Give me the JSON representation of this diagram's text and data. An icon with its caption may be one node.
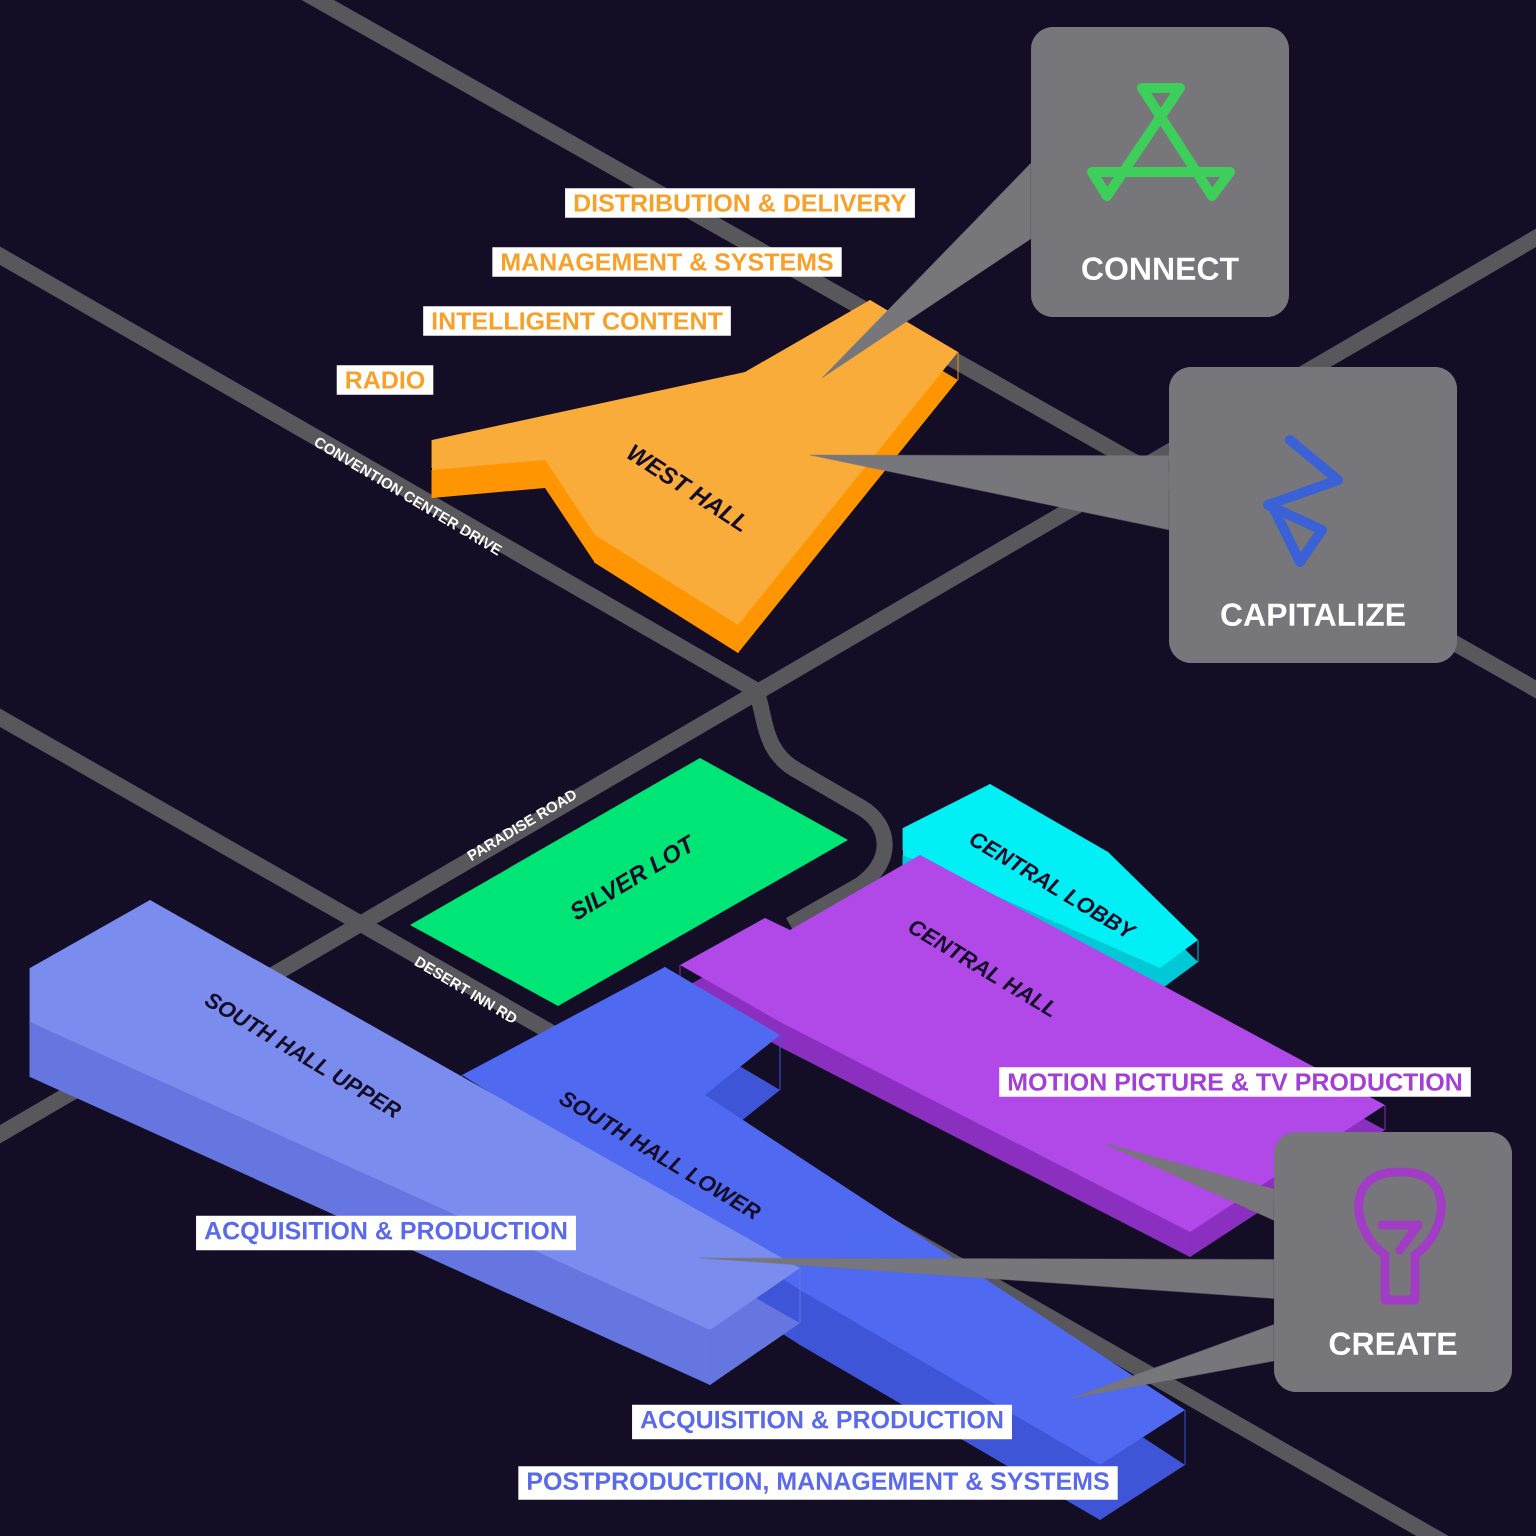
{
  "diagram": {
    "nodes": [
      {
        "text": [
          "CONNECT"
        ]
      },
      {
        "text": [
          "CAPITALIZE"
        ]
      },
      {
        "text": [
          "CREATE"
        ]
      },
      {
        "text": [
          "WEST HALL"
        ],
        "beside": [
          "DISTRIBUTION & DELIVERY",
          "MANAGEMENT & SYSTEMS",
          "INTELLIGENT CONTENT",
          "RADIO"
        ]
      },
      {
        "text": [
          "SILVER LOT"
        ]
      },
      {
        "text": [
          "CENTRAL LOBBY"
        ]
      },
      {
        "text": [
          "CENTRAL HALL",
          "MOTION PICTURE & TV PRODUCTION"
        ]
      },
      {
        "text": [
          "SOUTH HALL UPPER",
          "ACQUISITION & PRODUCTION"
        ]
      },
      {
        "text": [
          "SOUTH HALL LOWER"
        ],
        "beside": [
          "ACQUISITION & PRODUCTION",
          "POSTPRODUCTION, MANAGEMENT & SYSTEMS"
        ]
      }
    ],
    "edges": [
      {
        "from": 0,
        "to": 3,
        "arrow": "none"
      },
      {
        "from": 1,
        "to": 3,
        "arrow": "none"
      },
      {
        "from": 2,
        "to": 6,
        "arrow": "none"
      },
      {
        "from": 2,
        "to": 7,
        "arrow": "none"
      },
      {
        "from": 2,
        "to": 8,
        "arrow": "none"
      }
    ],
    "labels": [
      "CONVENTION CENTER DRIVE",
      "PARADISE ROAD",
      "DESERT INN RD"
    ]
  }
}
